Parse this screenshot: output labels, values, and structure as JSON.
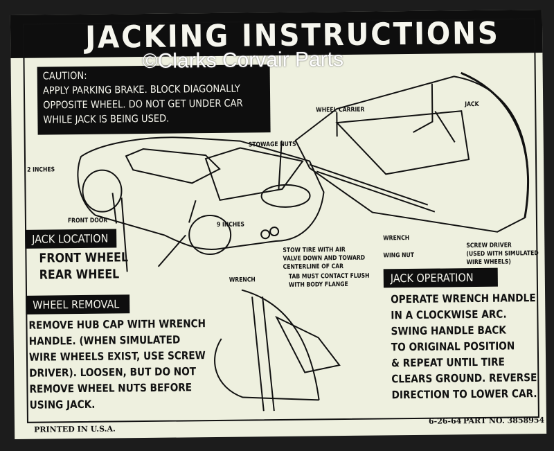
{
  "header": {
    "title": "JACKING INSTRUCTIONS"
  },
  "watermark": "©Clarks Corvair Parts",
  "caution": {
    "lines": [
      "CAUTION:",
      "APPLY PARKING BRAKE. BLOCK DIAGONALLY",
      "OPPOSITE WHEEL. DO NOT GET UNDER CAR",
      "WHILE JACK IS BEING USED."
    ]
  },
  "jack_location": {
    "heading": "JACK LOCATION",
    "items": [
      "FRONT WHEEL",
      "REAR WHEEL"
    ]
  },
  "wheel_removal": {
    "heading": "WHEEL REMOVAL",
    "lines": [
      "REMOVE HUB CAP WITH WRENCH",
      "HANDLE. (WHEN SIMULATED",
      "WIRE WHEELS EXIST, USE SCREW",
      "DRIVER). LOOSEN, BUT DO NOT",
      "REMOVE WHEEL NUTS BEFORE",
      "USING JACK."
    ]
  },
  "jack_operation": {
    "heading": "JACK OPERATION",
    "lines": [
      "OPERATE WRENCH HANDLE",
      "IN A CLOCKWISE ARC.",
      "SWING HANDLE BACK",
      "TO ORIGINAL POSITION",
      "& REPEAT UNTIL TIRE",
      "CLEARS GROUND. REVERSE",
      "DIRECTION TO LOWER CAR."
    ]
  },
  "labels": {
    "two_inches": "2 INCHES",
    "front_door": "FRONT DOOR",
    "nine_inches": "9 INCHES",
    "stowage_nuts": "STOWAGE NUTS",
    "stow_tire": [
      "STOW TIRE WITH AIR",
      "VALVE DOWN AND TOWARD",
      "CENTERLINE OF CAR"
    ],
    "wheel_carrier": "WHEEL CARRIER",
    "jack": "JACK",
    "wrench": "WRENCH",
    "wing_nut": "WING NUT",
    "screw_driver": [
      "SCREW DRIVER",
      "(USED WITH SIMULATED",
      "WIRE WHEELS)"
    ],
    "wrench2": "WRENCH",
    "tab": [
      "TAB MUST CONTACT FLUSH",
      "WITH BODY FLANGE"
    ]
  },
  "footer": {
    "printed": "PRINTED IN U.S.A.",
    "date": "6-26-64",
    "part": "PART NO. 3858954"
  }
}
